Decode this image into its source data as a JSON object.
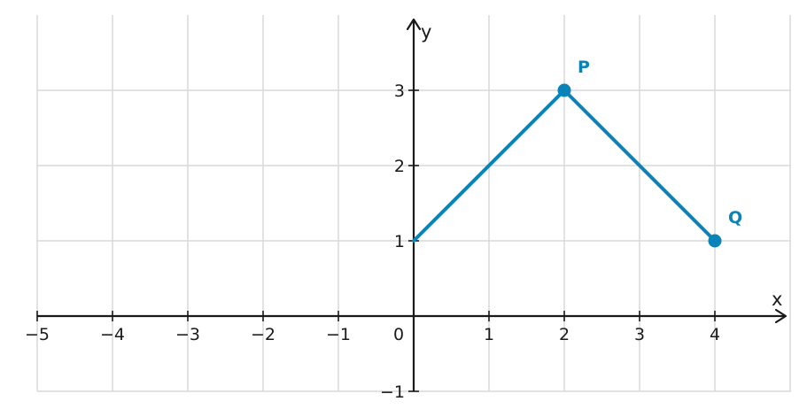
{
  "chart_data": {
    "type": "line",
    "xlabel": "x",
    "ylabel": "y",
    "xlim": [
      -5,
      5
    ],
    "ylim": [
      -1,
      4
    ],
    "grid": true,
    "x_ticks": [
      -5,
      -4,
      -3,
      -2,
      -1,
      0,
      1,
      2,
      3,
      4
    ],
    "y_ticks": [
      -1,
      1,
      2,
      3
    ],
    "x_tick_labels": [
      "−5",
      "−4",
      "−3",
      "−2",
      "−1",
      "0",
      "1",
      "2",
      "3",
      "4"
    ],
    "y_tick_labels": [
      "−1",
      "1",
      "2",
      "3"
    ],
    "series": [
      {
        "points": [
          {
            "x": 0,
            "y": 1,
            "marker": false,
            "label": ""
          },
          {
            "x": 2,
            "y": 3,
            "marker": true,
            "label": "P"
          },
          {
            "x": 4,
            "y": 1,
            "marker": true,
            "label": "Q"
          }
        ]
      }
    ],
    "colors": {
      "series": "#0a84b8",
      "axis": "#1a1a1a",
      "grid": "#d9d9d9"
    }
  }
}
